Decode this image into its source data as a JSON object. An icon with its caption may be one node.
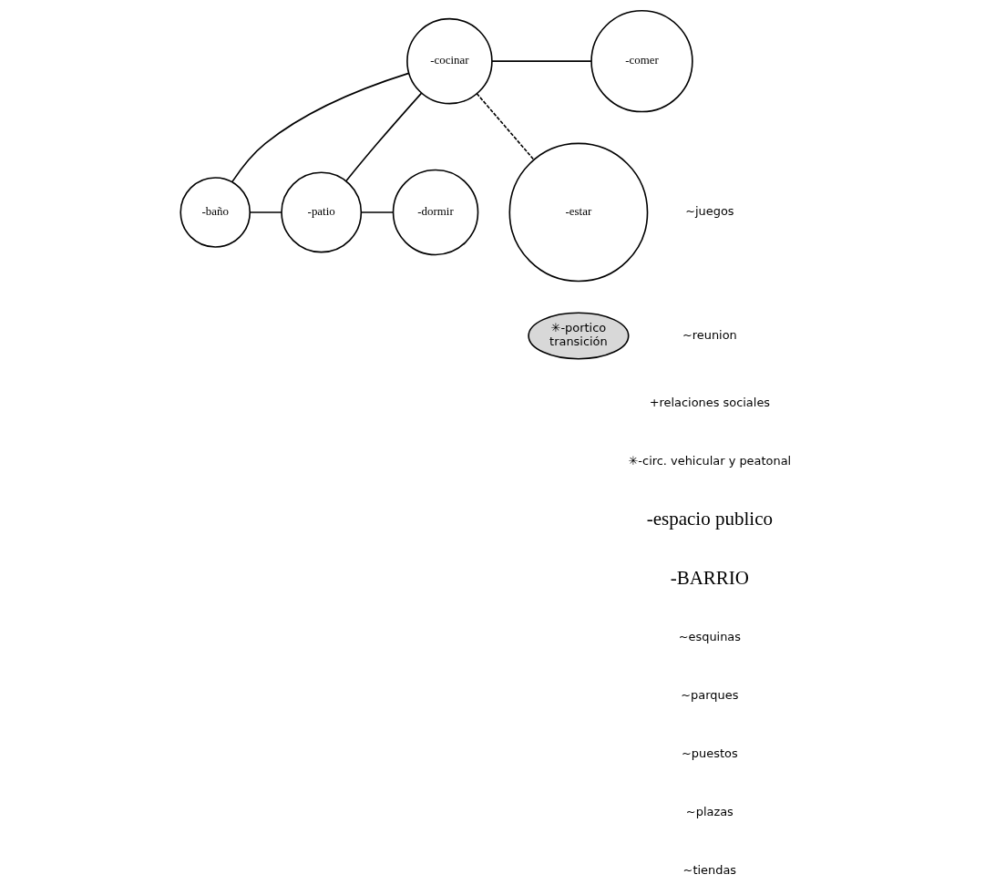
{
  "diagram": {
    "nodes": [
      {
        "text": [
          "-baño"
        ]
      },
      {
        "text": [
          "-patio"
        ]
      },
      {
        "text": [
          "-dormir"
        ]
      },
      {
        "text": [
          "-cocinar"
        ]
      },
      {
        "text": [
          "-comer"
        ]
      },
      {
        "text": [
          "-estar"
        ]
      },
      {
        "text": [
          "✳-portico",
          "transición"
        ]
      }
    ],
    "edges": [
      {
        "from": 0,
        "to": 1,
        "arrow": "none"
      },
      {
        "from": 1,
        "to": 2,
        "arrow": "none"
      },
      {
        "from": 3,
        "to": 0,
        "arrow": "none"
      },
      {
        "from": 3,
        "to": 1,
        "arrow": "none"
      },
      {
        "from": 3,
        "to": 4,
        "arrow": "none"
      },
      {
        "from": 3,
        "to": 5,
        "arrow": "none",
        "style": "dashed"
      }
    ],
    "labels": [
      "~juegos",
      "~reunion",
      "+relaciones sociales",
      "✳-circ. vehicular y peatonal",
      "-espacio publico",
      "-BARRIO",
      "~esquinas",
      "~parques",
      "~puestos",
      "~plazas",
      "~tiendas"
    ]
  }
}
